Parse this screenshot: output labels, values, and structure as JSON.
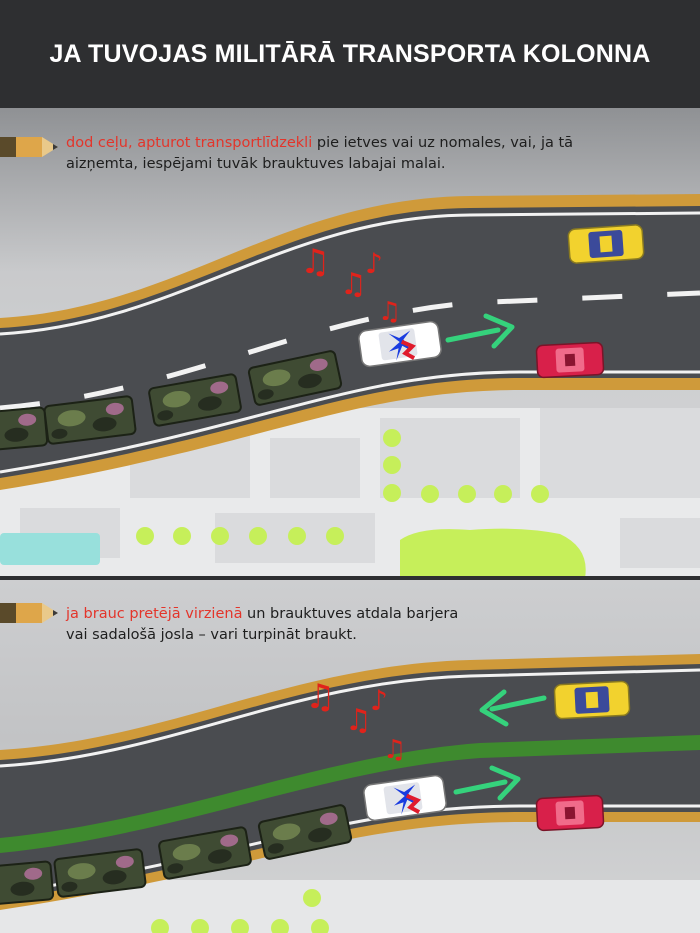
{
  "header": {
    "title": "JA TUVOJAS MILITĀRĀ TRANSPORTA KOLONNA"
  },
  "panel1": {
    "caption_highlight": "dod ceļu, apturot transportlīdzekli",
    "caption_line1_rest": " pie ietves vai uz nomales, vai, ja tā",
    "caption_line2": "aizņemta, iespējami tuvāk brauktuves labajai malai."
  },
  "panel2": {
    "caption_highlight": "ja brauc pretējā virzienā",
    "caption_line1_rest": " un brauktuves atdala barjera",
    "caption_line2": "vai sadalošā josla – vari turpināt braukt."
  },
  "icons": {
    "pencil": "pencil-icon",
    "music_notes": "music-notes-icon",
    "arrow": "arrow-icon"
  },
  "colors": {
    "header_bg": "#2e2f31",
    "highlight_text": "#e3352b",
    "road": "#4a4c50",
    "road_edge": "#cf9a3a",
    "median": "#3e8a2e",
    "arrow": "#35d27c",
    "map_green": "#c6ef5a"
  }
}
